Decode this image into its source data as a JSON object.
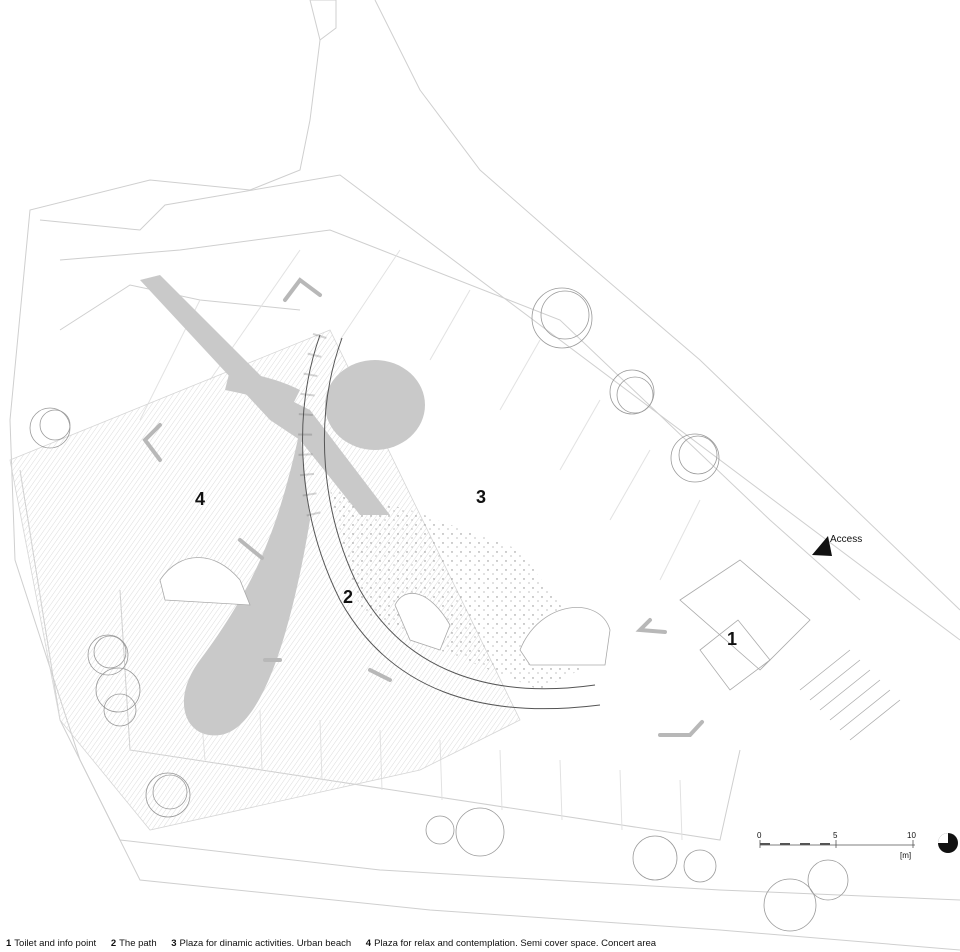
{
  "zones": [
    {
      "num": "1"
    },
    {
      "num": "2"
    },
    {
      "num": "3"
    },
    {
      "num": "4"
    }
  ],
  "access_label": "Access",
  "scale_bar": {
    "ticks": [
      "0",
      "5",
      "10"
    ],
    "unit": "[m]"
  },
  "legend": [
    {
      "num": "1",
      "text": "Toilet and info point"
    },
    {
      "num": "2",
      "text": "The path"
    },
    {
      "num": "3",
      "text": "Plaza for dinamic activities. Urban beach"
    },
    {
      "num": "4",
      "text": "Plaza for relax and contemplation. Semi cover space. Concert area"
    }
  ],
  "colors": {
    "line": "#c8c8c8",
    "fill": "#cccccc",
    "hatch": "#e3e3e3",
    "ink": "#111111"
  }
}
